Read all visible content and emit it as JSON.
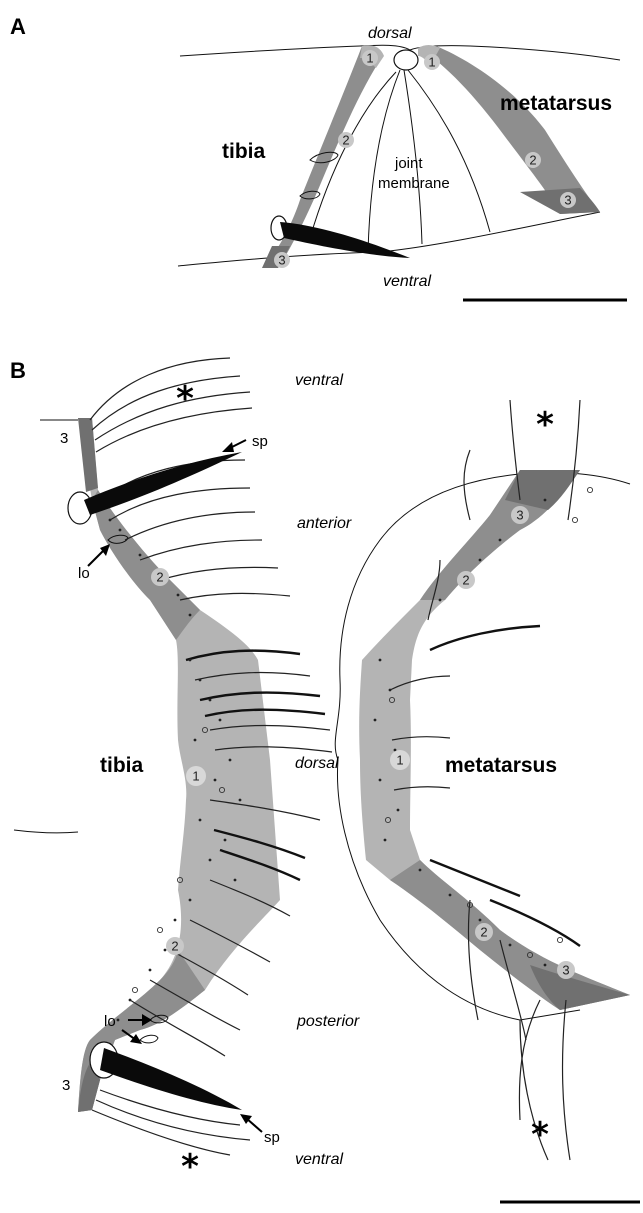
{
  "panel_a": {
    "letter": "A",
    "dorsal": "dorsal",
    "ventral": "ventral",
    "tibia": "tibia",
    "metatarsus": "metatarsus",
    "joint_membrane_line1": "joint",
    "joint_membrane_line2": "membrane",
    "zones": [
      "1",
      "1",
      "2",
      "2",
      "3",
      "3"
    ]
  },
  "panel_b": {
    "letter": "B",
    "ventral_top": "ventral",
    "anterior": "anterior",
    "dorsal": "dorsal",
    "posterior": "posterior",
    "ventral_bottom": "ventral",
    "tibia": "tibia",
    "metatarsus": "metatarsus",
    "sp_top": "sp",
    "sp_bottom": "sp",
    "lo_top": "lo",
    "lo_bottom": "lo",
    "zones_tibia": [
      "3",
      "2",
      "1",
      "2",
      "3"
    ],
    "zones_metatarsus": [
      "3",
      "2",
      "1",
      "2",
      "3"
    ],
    "asterisk": "*"
  },
  "colors": {
    "zone_dark": "#707070",
    "zone_mid": "#8e8e8e",
    "zone_light": "#b4b4b4",
    "spine": "#0a0a0a",
    "line": "#111111"
  }
}
